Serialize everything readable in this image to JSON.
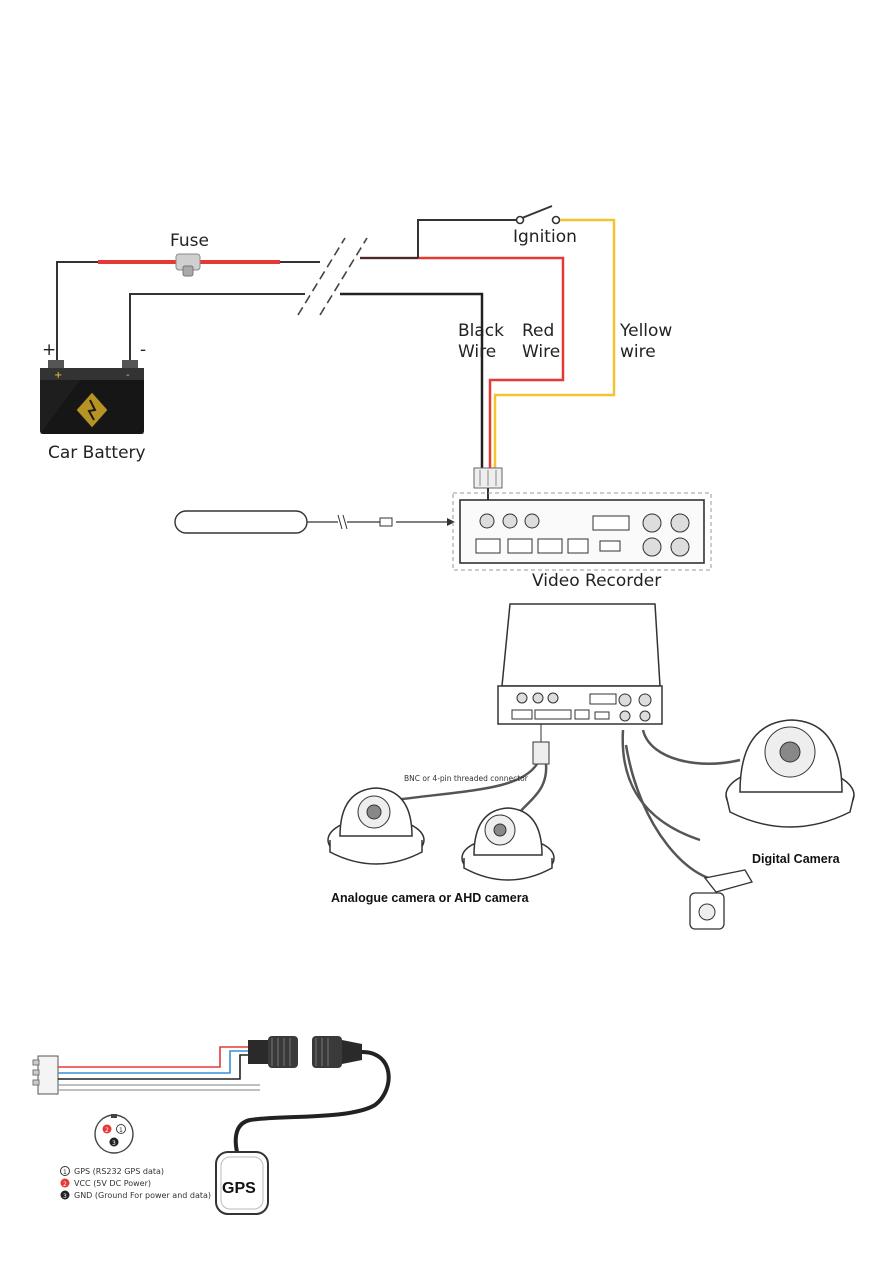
{
  "wiring": {
    "fuse_label": "Fuse",
    "ignition_label": "Ignition",
    "black_wire_line1": "Black",
    "black_wire_line2": "Wire",
    "red_wire_line1": "Red",
    "red_wire_line2": "Wire",
    "yellow_wire_line1": "Yellow",
    "yellow_wire_line2": "wire",
    "battery_label": "Car Battery",
    "battery_plus": "+",
    "battery_minus": "-",
    "recorder_label": "Video Recorder"
  },
  "cameras": {
    "connector_note": "BNC  or  4-pin threaded connector",
    "analogue_label": "Analogue camera or AHD camera",
    "digital_label": "Digital Camera"
  },
  "gps": {
    "module_label": "GPS",
    "pin1_num": "1",
    "pin2_num": "2",
    "pin3_num": "3",
    "pin1_text": "GPS  (RS232 GPS data)",
    "pin2_text": "VCC  (5V DC Power)",
    "pin3_text": "GND (Ground For power and data)"
  },
  "colors": {
    "red_wire": "#e53935",
    "yellow_wire": "#f4c430",
    "black_wire": "#222222",
    "gps_blue": "#3a8fd6"
  }
}
